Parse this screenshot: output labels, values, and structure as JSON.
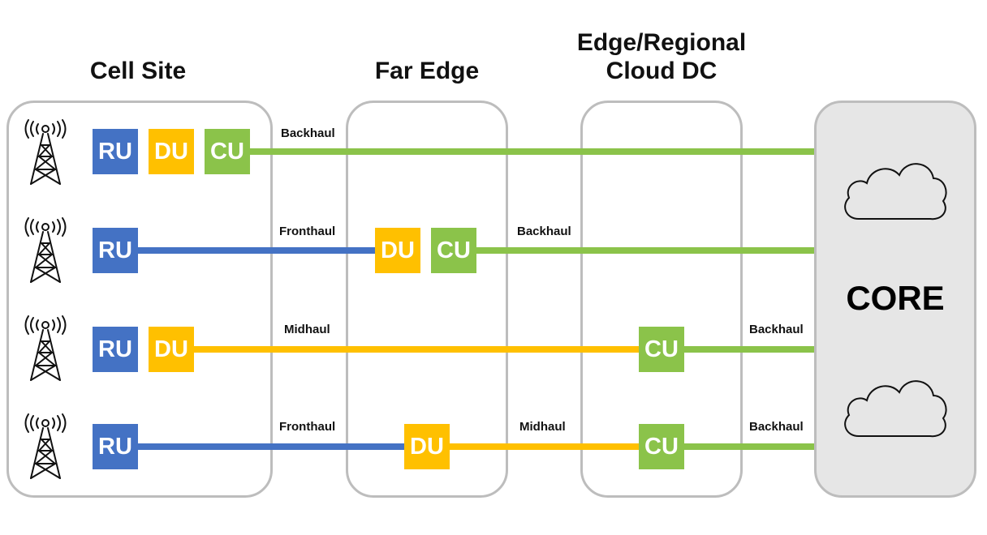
{
  "colors": {
    "ru": "#4472c4",
    "du": "#ffc000",
    "cu": "#8bc34a",
    "fronthaul": "#4472c4",
    "midhaul": "#ffc000",
    "backhaul": "#8bc34a",
    "zone_border": "#bdbdbd",
    "core_fill": "#e6e6e6"
  },
  "zones": {
    "cell_site": "Cell Site",
    "far_edge": "Far Edge",
    "edge_regional_line1": "Edge/Regional",
    "edge_regional_line2": "Cloud DC",
    "core": "CORE"
  },
  "units": {
    "ru": "RU",
    "du": "DU",
    "cu": "CU"
  },
  "links": {
    "backhaul": "Backhaul",
    "fronthaul": "Fronthaul",
    "midhaul": "Midhaul"
  },
  "icons": [
    "cell-tower-icon",
    "cloud-icon"
  ]
}
